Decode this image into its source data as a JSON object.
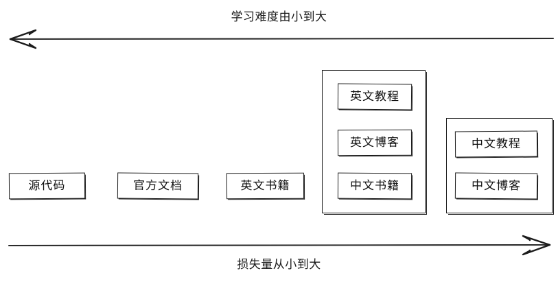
{
  "diagram": {
    "top_axis": {
      "label": "学习难度由小到大",
      "direction": "left"
    },
    "bottom_axis": {
      "label": "损失量从小到大",
      "direction": "right"
    },
    "standalone_boxes": [
      {
        "label": "源代码"
      },
      {
        "label": "官方文档"
      },
      {
        "label": "英文书籍"
      }
    ],
    "groups": [
      {
        "name": "english-group",
        "items": [
          {
            "label": "英文教程"
          },
          {
            "label": "英文博客"
          },
          {
            "label": "中文书籍"
          }
        ]
      },
      {
        "name": "chinese-group",
        "items": [
          {
            "label": "中文教程"
          },
          {
            "label": "中文博客"
          }
        ]
      }
    ],
    "colors": {
      "stroke": "#1b1b1b",
      "text": "#111111",
      "background": "#ffffff"
    }
  }
}
